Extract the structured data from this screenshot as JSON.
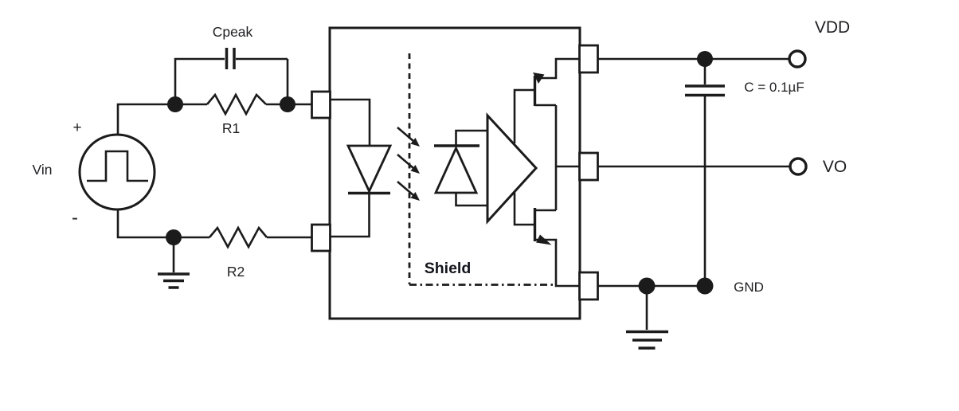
{
  "diagram": {
    "type": "circuit-schematic",
    "description": "Optocoupler gate-drive application circuit with pulse input source, peaking capacitor, input resistors, internal LED, optical shield, photodiode, amplifier, push-pull MOSFET output stage and bypass capacitor",
    "labels": {
      "vin": "Vin",
      "plus": "+",
      "minus": "-",
      "cpeak": "Cpeak",
      "r1": "R1",
      "r2": "R2",
      "shield": "Shield",
      "vdd": "VDD",
      "vo": "VO",
      "gnd": "GND",
      "cap_value": "C = 0.1µF"
    },
    "colors": {
      "stroke": "#1b1b1b",
      "background": "#ffffff",
      "text": "#1f1f23"
    }
  }
}
